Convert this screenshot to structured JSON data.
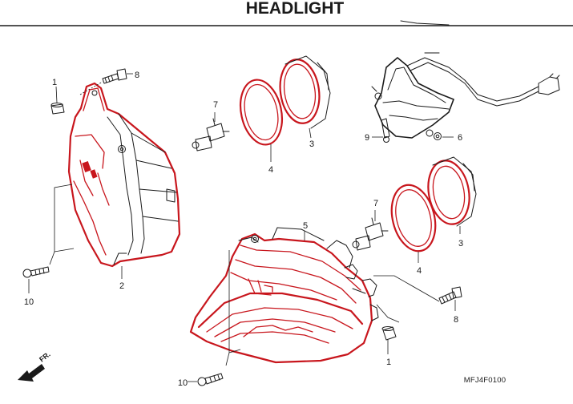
{
  "title": "HEADLIGHT",
  "diagram_code": "MFJ4F0100",
  "direction_marker": "FR.",
  "callouts": {
    "upper_left_1": "1",
    "upper_left_8": "8",
    "upper_left_2": "2",
    "upper_left_10": "10",
    "upper_mid_7": "7",
    "upper_mid_4": "4",
    "upper_mid_3": "3",
    "upper_right_9": "9",
    "upper_right_6": "6",
    "lower_mid_7": "7",
    "lower_mid_4": "4",
    "lower_mid_3": "3",
    "lower_mid_5": "5",
    "lower_right_8": "8",
    "lower_right_1": "1",
    "lower_left_10": "10"
  },
  "colors": {
    "highlight": "#c8161d",
    "ink": "#1a1a1a",
    "background": "#ffffff"
  }
}
